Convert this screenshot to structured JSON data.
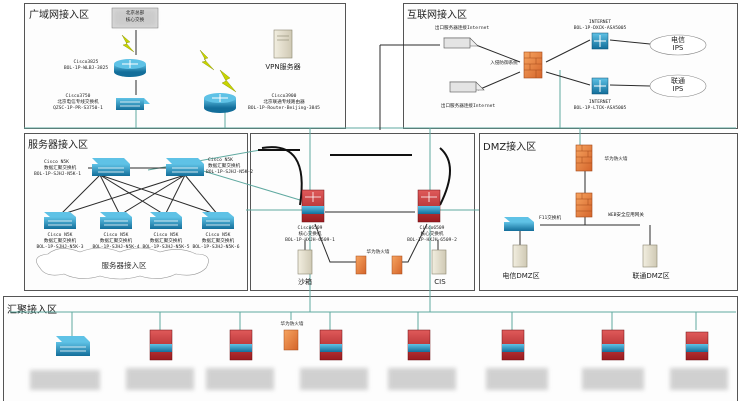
{
  "zones": {
    "wan": "广域网接入区",
    "internet": "互联网接入区",
    "server": "服务器接入区",
    "dmz": "DMZ接入区",
    "aggregation": "汇聚接入区"
  },
  "wan": {
    "main_switch_top": "北京总部",
    "main_switch_bottom": "核心交换",
    "vpn_server": "VPN服务器",
    "router1": [
      "Cisco3825",
      "BOL-1P-WLBJ-3825"
    ],
    "switch1": [
      "Cisco3750",
      "北京电信专线交换机",
      "QZSC-1P-PR-S3750-1"
    ],
    "router2": [
      "Cisco3900",
      "北京联通专线路由器",
      "BOL-1P-Router-Beijing-3845"
    ]
  },
  "internet": {
    "device_top": "出口服务器连接Internet",
    "device_bottom": "出口服务器连接Internet",
    "firewall": "入侵防御系统",
    "isp1_device": [
      "INTERNET",
      "BOL-1P-DXCK-ASA5005"
    ],
    "isp2_device": [
      "INTERNET",
      "BOL-1P-LTCK-ASA5005"
    ],
    "isp1_cloud": [
      "电信",
      "IPS"
    ],
    "isp2_cloud": [
      "联通",
      "IPS"
    ]
  },
  "server": {
    "agg1": [
      "Cisco N5K",
      "数据汇聚交换机",
      "BOL-1P-SJHJ-N5K-1"
    ],
    "agg2": [
      "Cisco N5K",
      "数据汇聚交换机",
      "BOL-1P-SJHJ-N5K-2"
    ],
    "acc1": [
      "Cisco N5K",
      "数据汇聚交换机",
      "BOL-1P-SJHJ-N5K-3"
    ],
    "acc2": [
      "Cisco N5K",
      "数据汇聚交换机",
      "BOL-1P-SJHJ-N5K-4"
    ],
    "acc3": [
      "Cisco N5K",
      "数据汇聚交换机",
      "BOL-1P-SJHJ-N5K-5"
    ],
    "acc4": [
      "Cisco N5K",
      "数据汇聚交换机",
      "BOL-1P-SJHJ-N5K-6"
    ],
    "cloud_label": "服务器接入区"
  },
  "core": {
    "core1": [
      "Cisco6509",
      "核心交换机",
      "BOL-1P-HXJH-6509-1"
    ],
    "core2": [
      "Cisco6509",
      "核心交换机",
      "BOL-1P-HXJH-6509-2"
    ],
    "firewall": "华为防火墙",
    "sandbox": "沙箱",
    "cis": "CIS"
  },
  "dmz": {
    "firewall": "华为防火墙",
    "gateway": "WEB安全应用网关",
    "switch": "F11交换机",
    "telecom_server": "电信DMZ区",
    "unicom_server": "联通DMZ区"
  },
  "aggregation": {
    "firewall": "华为防火墙"
  },
  "colors": {
    "cyan_device": "#1d86b6",
    "red_device": "#c0282e",
    "firewall": "#e9823b",
    "link_green": "#5fa9a0",
    "link_dark": "#2b2b2b",
    "wireless": "#c8d400"
  }
}
